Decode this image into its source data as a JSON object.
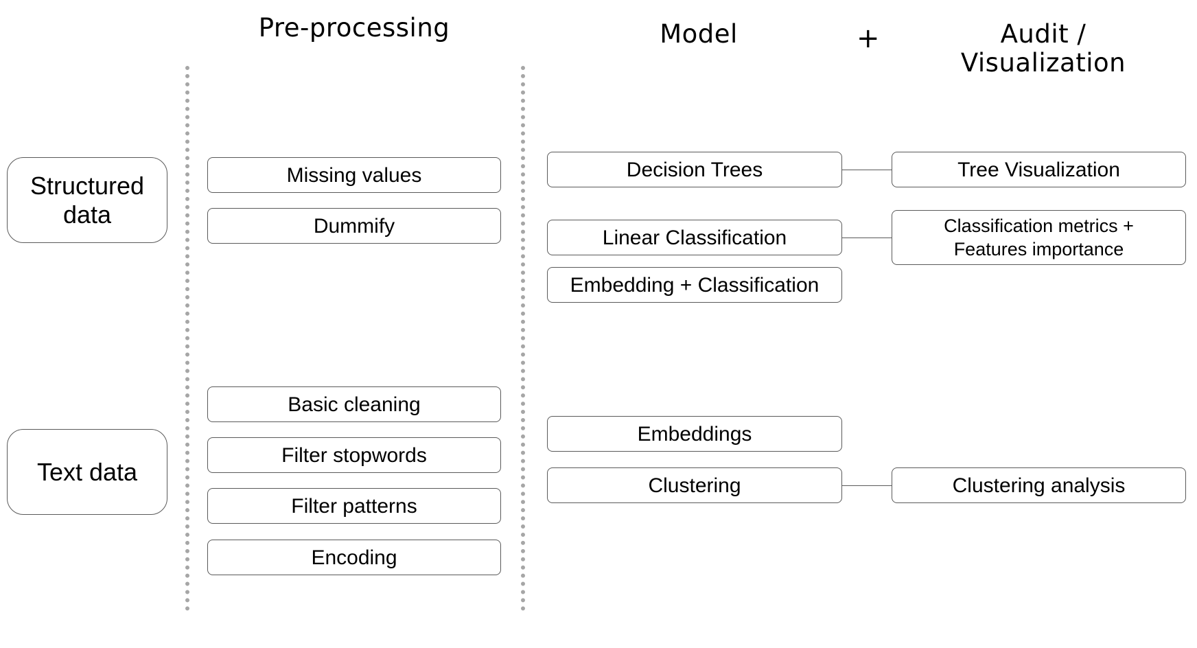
{
  "headers": {
    "preprocessing": "Pre-processing",
    "model": "Model",
    "plus": "+",
    "audit": "Audit /\nVisualization"
  },
  "sources": {
    "structured": "Structured\ndata",
    "text": "Text data"
  },
  "preprocessing": {
    "structured": [
      "Missing values",
      "Dummify"
    ],
    "text": [
      "Basic cleaning",
      "Filter stopwords",
      "Filter patterns",
      "Encoding"
    ]
  },
  "models": {
    "structured": [
      "Decision Trees",
      "Linear Classification",
      "Embedding + Classification"
    ],
    "text": [
      "Embeddings",
      "Clustering"
    ]
  },
  "audit": {
    "tree": "Tree Visualization",
    "classification": "Classification metrics +\nFeatures importance",
    "clustering": "Clustering analysis"
  }
}
